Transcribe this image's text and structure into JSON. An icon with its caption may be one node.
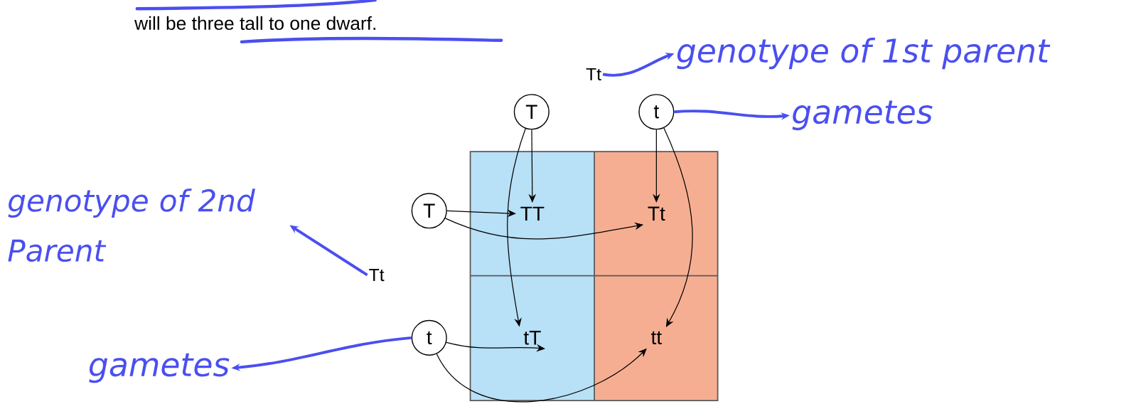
{
  "diagram": {
    "nodes": [
      {
        "text": [
          "Tt"
        ]
      },
      {
        "text": [
          "genotype of 1st parent"
        ]
      },
      {
        "text": [
          "T"
        ]
      },
      {
        "text": [
          "t"
        ]
      },
      {
        "text": [
          "gametes"
        ]
      },
      {
        "text": [
          "genotype of 2nd Parent"
        ]
      },
      {
        "text": [
          "Tt"
        ]
      },
      {
        "text": [
          "T"
        ]
      },
      {
        "text": [
          "t"
        ]
      },
      {
        "text": [
          "gametes"
        ]
      },
      {
        "text": [
          "TT"
        ]
      },
      {
        "text": [
          "Tt"
        ]
      },
      {
        "text": [
          "tT"
        ]
      },
      {
        "text": [
          "tt"
        ]
      }
    ],
    "edges": [
      {
        "from": 0,
        "to": 1,
        "arrow": "to",
        "style": "thick",
        "color": "#4a4ff0"
      },
      {
        "from": 2,
        "to": 10,
        "arrow": "to"
      },
      {
        "from": 2,
        "to": 12,
        "arrow": "to"
      },
      {
        "from": 3,
        "to": 4,
        "arrow": "to",
        "style": "thick",
        "color": "#4a4ff0"
      },
      {
        "from": 3,
        "to": 11,
        "arrow": "to"
      },
      {
        "from": 3,
        "to": 13,
        "arrow": "to"
      },
      {
        "from": 7,
        "to": 10,
        "arrow": "to"
      },
      {
        "from": 7,
        "to": 11,
        "arrow": "to"
      },
      {
        "from": 6,
        "to": 5,
        "arrow": "to",
        "style": "thick",
        "color": "#4a4ff0"
      },
      {
        "from": 8,
        "to": 12,
        "arrow": "to"
      },
      {
        "from": 8,
        "to": 13,
        "arrow": "to"
      },
      {
        "from": 8,
        "to": 9,
        "arrow": "to",
        "style": "thick",
        "color": "#4a4ff0"
      }
    ],
    "labels": [
      "will be three tall to one dwarf."
    ]
  }
}
